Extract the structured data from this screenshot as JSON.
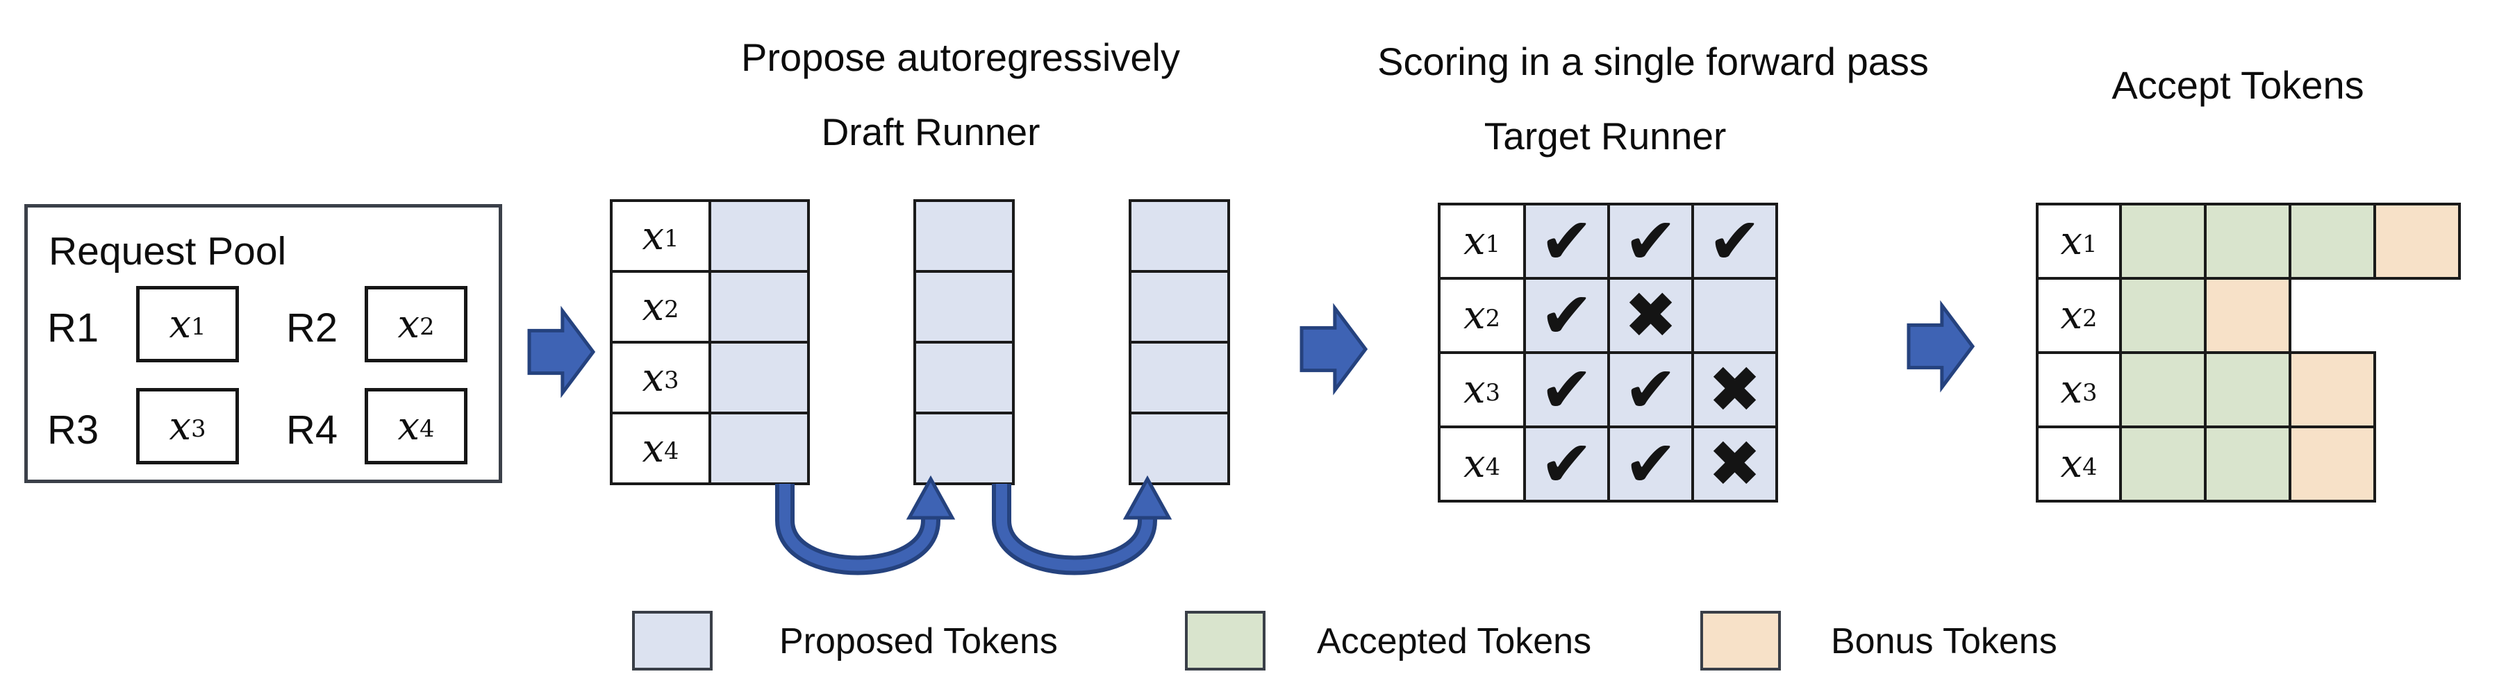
{
  "titles": {
    "propose": "Propose autoregressively",
    "draft_runner": "Draft Runner",
    "scoring": "Scoring in a single forward pass",
    "target_runner": "Target Runner",
    "accept": "Accept Tokens"
  },
  "request_pool": {
    "title": "Request Pool",
    "requests": [
      {
        "id": "R1",
        "token": {
          "base": "x",
          "sub": "1"
        }
      },
      {
        "id": "R2",
        "token": {
          "base": "x",
          "sub": "2"
        }
      },
      {
        "id": "R3",
        "token": {
          "base": "x",
          "sub": "3"
        }
      },
      {
        "id": "R4",
        "token": {
          "base": "x",
          "sub": "4"
        }
      }
    ]
  },
  "tokens": [
    {
      "base": "x",
      "sub": "1"
    },
    {
      "base": "x",
      "sub": "2"
    },
    {
      "base": "x",
      "sub": "3"
    },
    {
      "base": "x",
      "sub": "4"
    }
  ],
  "draft_runner": {
    "proposal_steps": 3
  },
  "target_runner": {
    "marks": [
      [
        "check",
        "check",
        "check"
      ],
      [
        "check",
        "cross",
        "none"
      ],
      [
        "check",
        "check",
        "cross"
      ],
      [
        "check",
        "check",
        "cross"
      ]
    ]
  },
  "accept_tokens": {
    "cells": [
      [
        "accepted",
        "accepted",
        "accepted",
        "bonus"
      ],
      [
        "accepted",
        "bonus",
        "empty",
        "empty"
      ],
      [
        "accepted",
        "accepted",
        "bonus",
        "empty"
      ],
      [
        "accepted",
        "accepted",
        "bonus",
        "empty"
      ]
    ]
  },
  "legend": [
    {
      "name": "proposed",
      "label": "Proposed Tokens",
      "color": "#DCE2F0"
    },
    {
      "name": "accepted",
      "label": "Accepted Tokens",
      "color": "#D9E4CD"
    },
    {
      "name": "bonus",
      "label": "Bonus Tokens",
      "color": "#F7E1C8"
    }
  ],
  "glyphs": {
    "check": "✔",
    "cross": "✖"
  },
  "colors": {
    "proposed_cell": "#DCE2F0",
    "accepted_cell": "#D9E4CD",
    "bonus_cell": "#F7E1C8",
    "grid_line": "#1a1a1a",
    "arrow_fill": "#3E63B4",
    "arrow_outline": "#25427E"
  }
}
